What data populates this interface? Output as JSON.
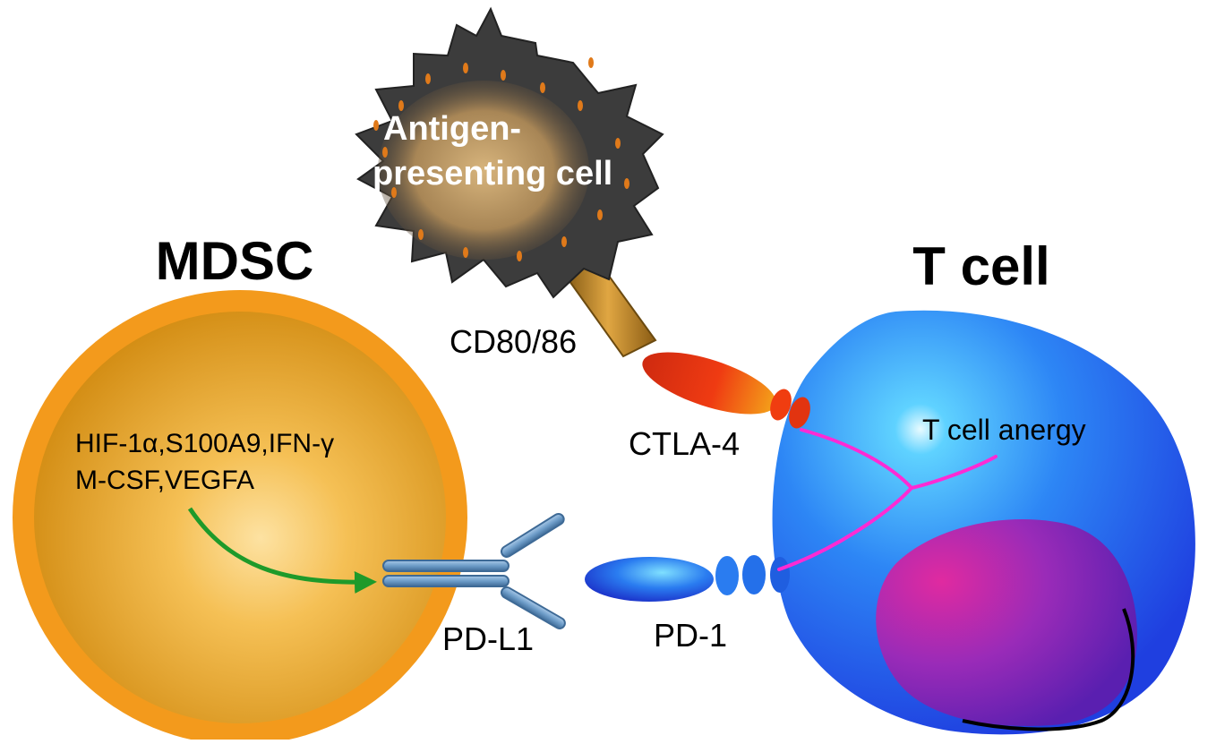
{
  "labels": {
    "mdsc_title": "MDSC",
    "tcell_title": "T cell",
    "apc_line1": "Antigen-",
    "apc_line2": "presenting cell",
    "cd80": "CD80/86",
    "ctla4": "CTLA-4",
    "factors_line1": "HIF-1α,S100A9,IFN-γ",
    "factors_line2": "M-CSF,VEGFA",
    "pdl1": "PD-L1",
    "pd1": "PD-1",
    "anergy": "T cell anergy"
  },
  "colors": {
    "mdsc_rim": "#f39a1c",
    "mdsc_core": "#e9a520",
    "tcell": "#2f6ef2",
    "nucleus": "#8a2ab8",
    "apc": "#3c3c3c",
    "ctla4": "#e43a12",
    "pd1": "#1e66e8",
    "pdl1": "#6d9cc8",
    "cd80_stalk": "#b67d1c",
    "signal_arrow": "#1e9a2a",
    "anergy_path": "#ff2ad4"
  },
  "icons": {
    "arrow": "green-curved-arrow",
    "antibody": "y-shaped-receptor"
  }
}
